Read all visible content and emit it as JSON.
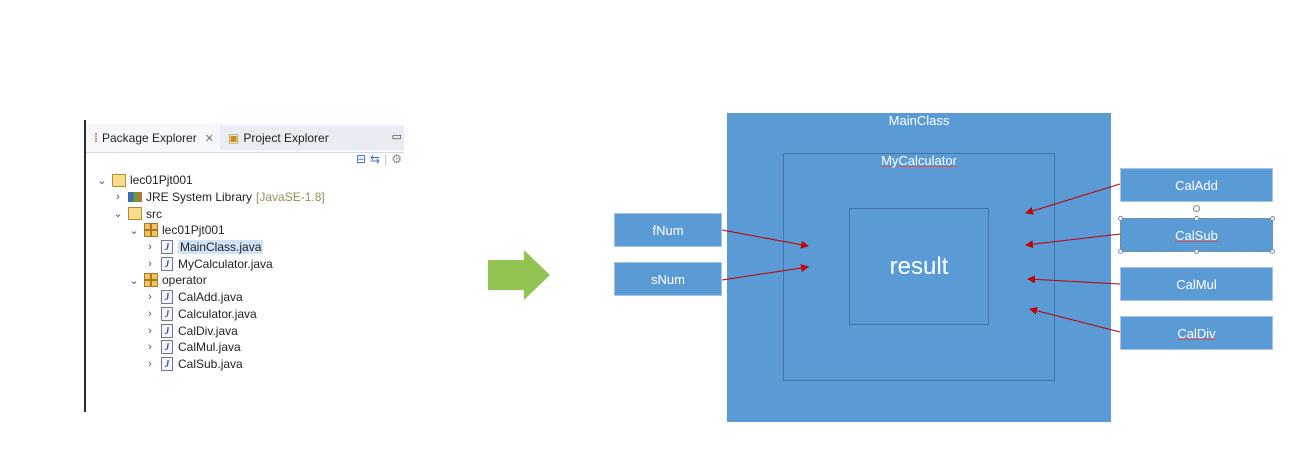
{
  "explorer": {
    "tab_active": "Package Explorer",
    "tab_inactive": "Project Explorer",
    "tree": [
      {
        "label": "lec01Pjt001",
        "icon": "project-folder-icon",
        "level": 0,
        "chevron": "open"
      },
      {
        "label": "JRE System Library",
        "suffix": "[JavaSE-1.8]",
        "icon": "library-icon",
        "level": 1,
        "chevron": "closed"
      },
      {
        "label": "src",
        "icon": "source-folder-icon",
        "level": 1,
        "chevron": "open"
      },
      {
        "label": "lec01Pjt001",
        "icon": "package-icon",
        "level": 2,
        "chevron": "open"
      },
      {
        "label": "MainClass.java",
        "icon": "java-file-icon",
        "level": 3,
        "chevron": "closed",
        "selected": true
      },
      {
        "label": "MyCalculator.java",
        "icon": "java-file-icon",
        "level": 3,
        "chevron": "closed"
      },
      {
        "label": "operator",
        "icon": "package-icon",
        "level": 2,
        "chevron": "open"
      },
      {
        "label": "CalAdd.java",
        "icon": "java-file-icon",
        "level": 3,
        "chevron": "closed"
      },
      {
        "label": "Calculator.java",
        "icon": "java-interface-icon",
        "level": 3,
        "chevron": "closed"
      },
      {
        "label": "CalDiv.java",
        "icon": "java-file-icon",
        "level": 3,
        "chevron": "closed"
      },
      {
        "label": "CalMul.java",
        "icon": "java-file-icon",
        "level": 3,
        "chevron": "closed"
      },
      {
        "label": "CalSub.java",
        "icon": "java-file-icon",
        "level": 3,
        "chevron": "closed"
      }
    ]
  },
  "diagram": {
    "main_class": "MainClass",
    "my_calculator": "MyCalculator",
    "result": "result",
    "inputs": [
      "fNum",
      "sNum"
    ],
    "operators": [
      "CalAdd",
      "CalSub",
      "CalMul",
      "CalDiv"
    ],
    "colors": {
      "box": "#5b9bd5",
      "arrow": "#c00000",
      "transition_arrow": "#92c353"
    }
  }
}
